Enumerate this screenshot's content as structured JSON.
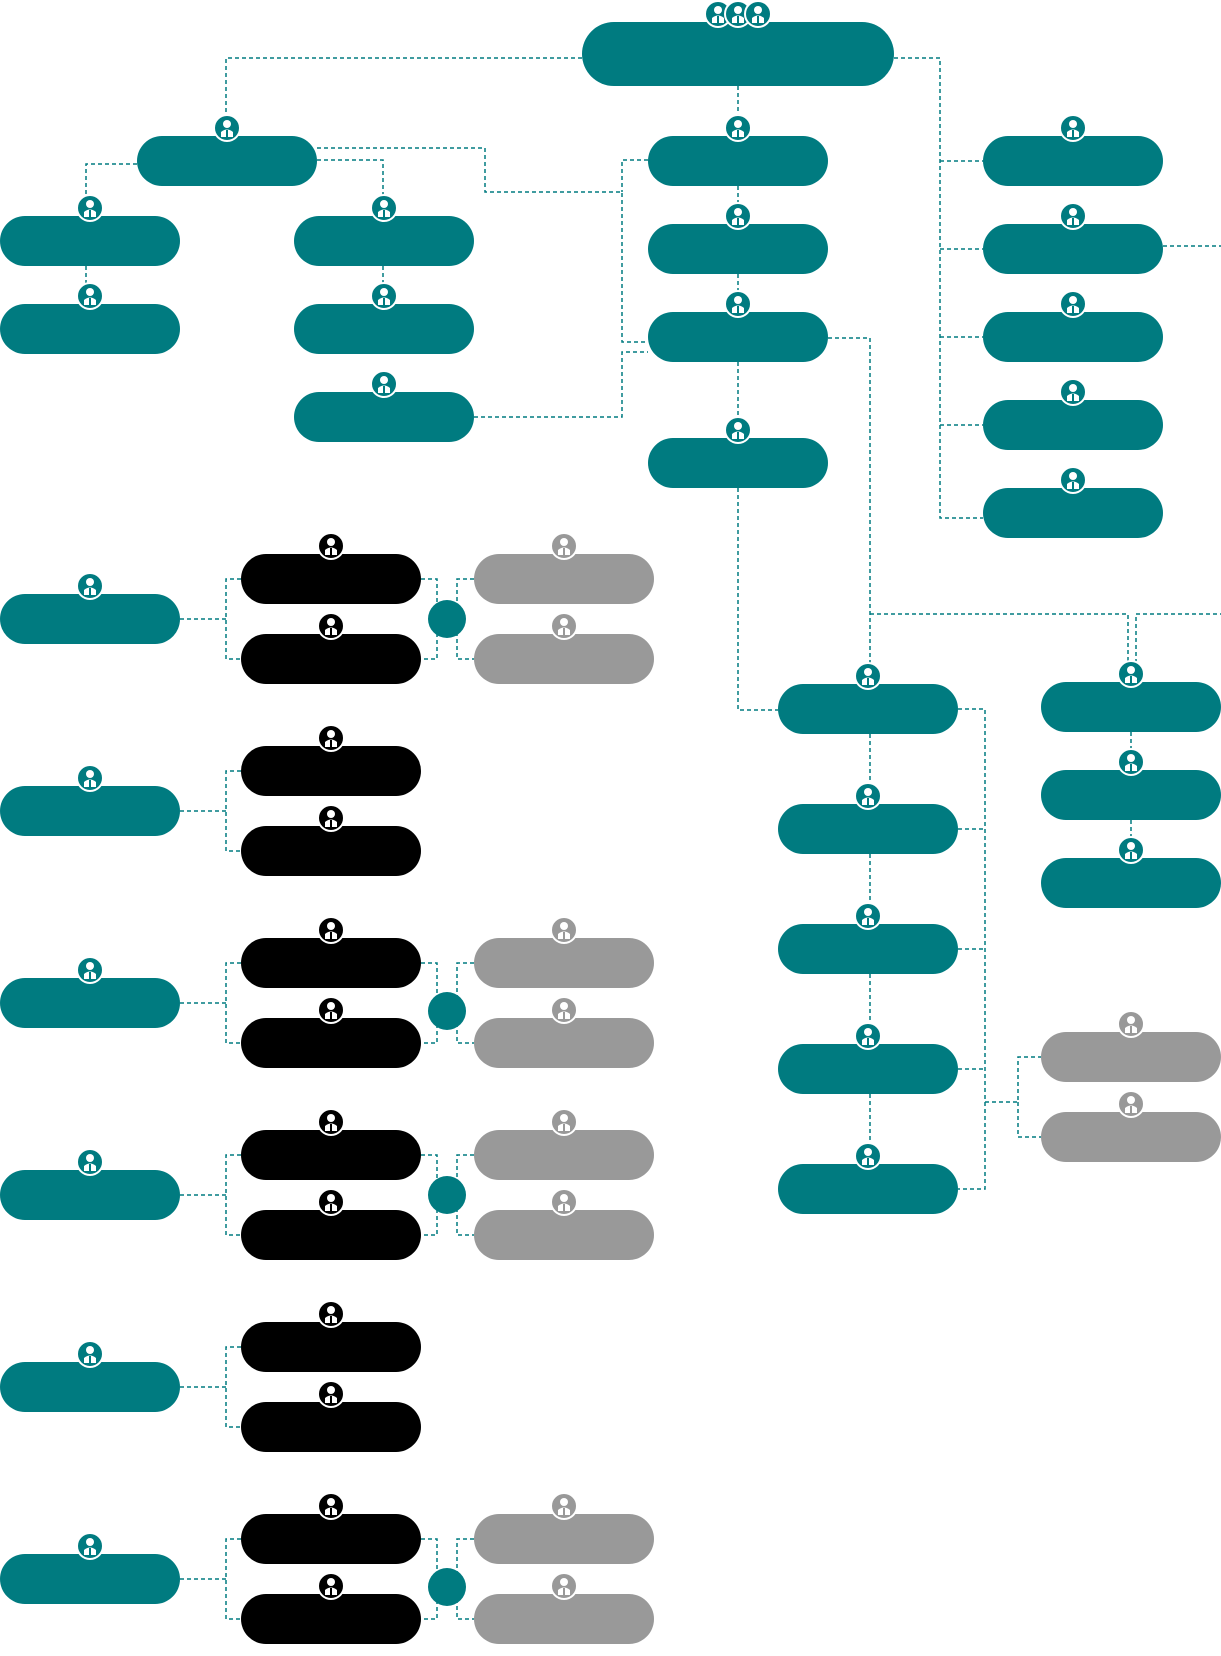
{
  "diagram": {
    "title": "",
    "colors": {
      "background": "#ffffff",
      "primary": "#007b80",
      "dark": "#000000",
      "muted": "#999999",
      "connector": "#007b80",
      "icon_figure": "#ffffff"
    },
    "icon": "person-icon",
    "nodes": [
      {
        "id": "root",
        "style": "primary",
        "label": "",
        "icon": "group-icon"
      },
      {
        "id": "l2-left",
        "style": "primary",
        "label": ""
      },
      {
        "id": "l2-center",
        "style": "primary",
        "label": ""
      },
      {
        "id": "l3-left-a",
        "style": "primary",
        "label": ""
      },
      {
        "id": "l4-left-a",
        "style": "primary",
        "label": ""
      },
      {
        "id": "l3-left-b",
        "style": "primary",
        "label": ""
      },
      {
        "id": "l4-left-b",
        "style": "primary",
        "label": ""
      },
      {
        "id": "l5-left-b",
        "style": "primary",
        "label": ""
      },
      {
        "id": "l3-center",
        "style": "primary",
        "label": ""
      },
      {
        "id": "l4-center",
        "style": "primary",
        "label": ""
      },
      {
        "id": "l5-center",
        "style": "primary",
        "label": ""
      },
      {
        "id": "right-1",
        "style": "primary",
        "label": ""
      },
      {
        "id": "right-2",
        "style": "primary",
        "label": ""
      },
      {
        "id": "right-3",
        "style": "primary",
        "label": ""
      },
      {
        "id": "right-4",
        "style": "primary",
        "label": ""
      },
      {
        "id": "right-5",
        "style": "primary",
        "label": ""
      },
      {
        "id": "mid-1",
        "style": "primary",
        "label": ""
      },
      {
        "id": "mid-2",
        "style": "primary",
        "label": ""
      },
      {
        "id": "mid-3",
        "style": "primary",
        "label": ""
      },
      {
        "id": "mid-4",
        "style": "primary",
        "label": ""
      },
      {
        "id": "mid-5",
        "style": "primary",
        "label": ""
      },
      {
        "id": "far-1",
        "style": "primary",
        "label": ""
      },
      {
        "id": "far-2",
        "style": "primary",
        "label": ""
      },
      {
        "id": "far-3",
        "style": "primary",
        "label": ""
      },
      {
        "id": "mid-muted-1",
        "style": "muted",
        "label": ""
      },
      {
        "id": "mid-muted-2",
        "style": "muted",
        "label": ""
      },
      {
        "id": "group-1-lead",
        "style": "primary",
        "label": ""
      },
      {
        "id": "group-1-dark-a",
        "style": "dark",
        "label": ""
      },
      {
        "id": "group-1-dark-b",
        "style": "dark",
        "label": ""
      },
      {
        "id": "group-1-muted-a",
        "style": "muted",
        "label": ""
      },
      {
        "id": "group-1-muted-b",
        "style": "muted",
        "label": ""
      },
      {
        "id": "group-2-lead",
        "style": "primary",
        "label": ""
      },
      {
        "id": "group-2-dark-a",
        "style": "dark",
        "label": ""
      },
      {
        "id": "group-2-dark-b",
        "style": "dark",
        "label": ""
      },
      {
        "id": "group-3-lead",
        "style": "primary",
        "label": ""
      },
      {
        "id": "group-3-dark-a",
        "style": "dark",
        "label": ""
      },
      {
        "id": "group-3-dark-b",
        "style": "dark",
        "label": ""
      },
      {
        "id": "group-3-muted-a",
        "style": "muted",
        "label": ""
      },
      {
        "id": "group-3-muted-b",
        "style": "muted",
        "label": ""
      },
      {
        "id": "group-4-lead",
        "style": "primary",
        "label": ""
      },
      {
        "id": "group-4-dark-a",
        "style": "dark",
        "label": ""
      },
      {
        "id": "group-4-dark-b",
        "style": "dark",
        "label": ""
      },
      {
        "id": "group-4-muted-a",
        "style": "muted",
        "label": ""
      },
      {
        "id": "group-4-muted-b",
        "style": "muted",
        "label": ""
      },
      {
        "id": "group-5-lead",
        "style": "primary",
        "label": ""
      },
      {
        "id": "group-5-dark-a",
        "style": "dark",
        "label": ""
      },
      {
        "id": "group-5-dark-b",
        "style": "dark",
        "label": ""
      },
      {
        "id": "group-6-lead",
        "style": "primary",
        "label": ""
      },
      {
        "id": "group-6-dark-a",
        "style": "dark",
        "label": ""
      },
      {
        "id": "group-6-dark-b",
        "style": "dark",
        "label": ""
      },
      {
        "id": "group-6-muted-a",
        "style": "muted",
        "label": ""
      },
      {
        "id": "group-6-muted-b",
        "style": "muted",
        "label": ""
      }
    ],
    "junctions": [
      "group-1-junction",
      "group-3-junction",
      "group-4-junction",
      "group-6-junction"
    ]
  }
}
